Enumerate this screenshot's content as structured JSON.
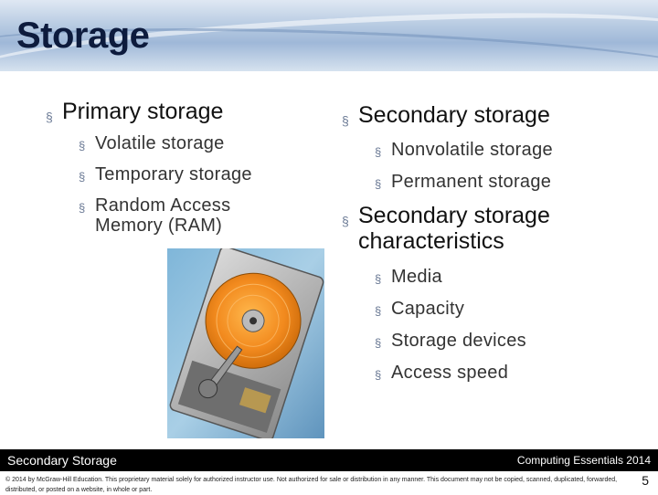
{
  "slide": {
    "title": "Storage",
    "page_number": "5"
  },
  "left": {
    "heading": "Primary storage",
    "items": [
      "Volatile storage",
      "Temporary storage",
      "Random Access Memory (RAM)"
    ]
  },
  "right": {
    "heading1": "Secondary storage",
    "items1": [
      "Nonvolatile storage",
      "Permanent storage"
    ],
    "heading2": "Secondary storage characteristics",
    "items2": [
      "Media",
      "Capacity",
      "Storage devices",
      "Access speed"
    ]
  },
  "bullet_glyph": "§",
  "footer": {
    "left_text": "Secondary Storage",
    "right_text": "Computing Essentials 2014",
    "copyright": "© 2014 by McGraw-Hill Education. This proprietary material solely for authorized instructor use. Not authorized for sale or distribution in any manner. This document may not be copied, scanned, duplicated, forwarded, distributed, or posted on a website, in whole or part."
  },
  "colors": {
    "title_text": "#0d1b3d",
    "bullet": "#6b7a95",
    "footer_bg": "#000000",
    "platter": "#f28a1e"
  },
  "image": {
    "icon": "hard-drive-image"
  }
}
